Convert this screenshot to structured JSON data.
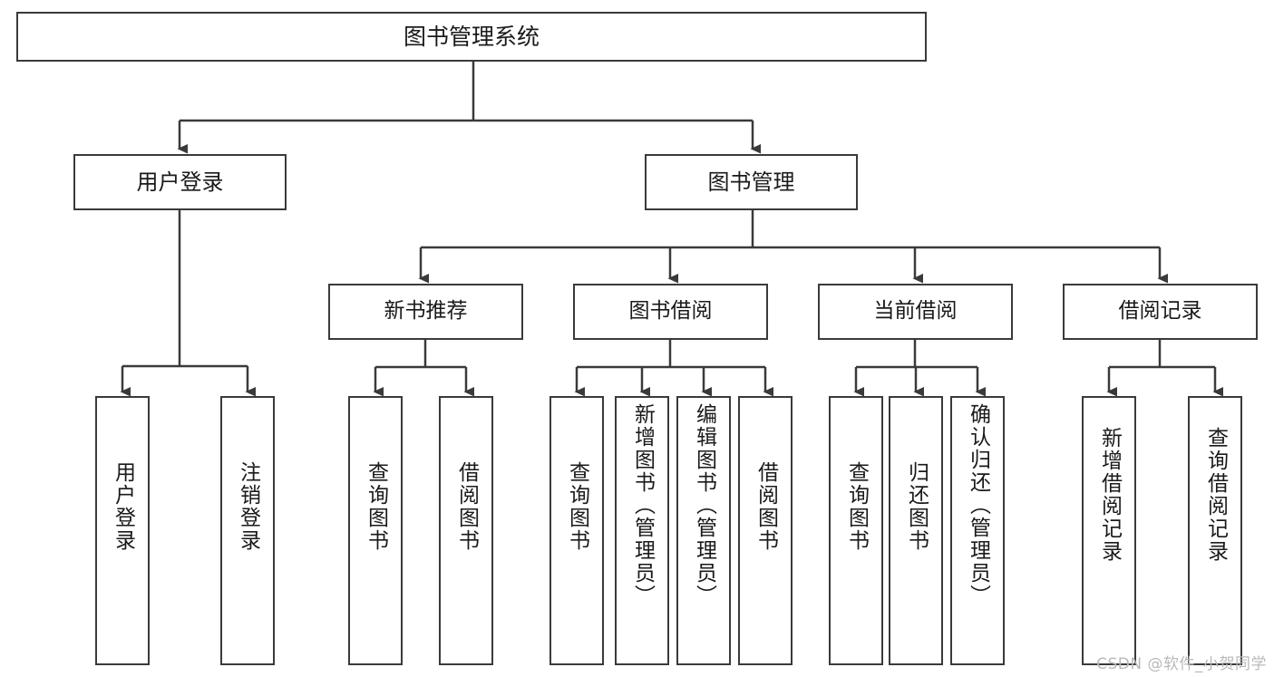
{
  "diagram": {
    "title": "图书管理系统",
    "type": "hierarchy-tree",
    "root": {
      "id": "root",
      "label": "图书管理系统"
    },
    "level2": [
      {
        "id": "user-login",
        "label": "用户登录"
      },
      {
        "id": "book-management",
        "label": "图书管理"
      }
    ],
    "level3": [
      {
        "id": "new-book-recommend",
        "label": "新书推荐",
        "parent": "book-management"
      },
      {
        "id": "book-borrow",
        "label": "图书借阅",
        "parent": "book-management"
      },
      {
        "id": "current-borrow",
        "label": "当前借阅",
        "parent": "book-management"
      },
      {
        "id": "borrow-record",
        "label": "借阅记录",
        "parent": "book-management"
      }
    ],
    "leaves": [
      {
        "id": "leaf-user-login",
        "label": "用户登录",
        "parent": "user-login"
      },
      {
        "id": "leaf-logout-login",
        "label": "注销登录",
        "parent": "user-login"
      },
      {
        "id": "leaf-query-book-1",
        "label": "查询图书",
        "parent": "new-book-recommend"
      },
      {
        "id": "leaf-borrow-book-1",
        "label": "借阅图书",
        "parent": "new-book-recommend"
      },
      {
        "id": "leaf-query-book-2",
        "label": "查询图书",
        "parent": "book-borrow"
      },
      {
        "id": "leaf-add-book",
        "label": "新增图书（管理员）",
        "parent": "book-borrow"
      },
      {
        "id": "leaf-edit-book",
        "label": "编辑图书（管理员）",
        "parent": "book-borrow"
      },
      {
        "id": "leaf-borrow-book-2",
        "label": "借阅图书",
        "parent": "book-borrow"
      },
      {
        "id": "leaf-query-book-3",
        "label": "查询图书",
        "parent": "current-borrow"
      },
      {
        "id": "leaf-return-book",
        "label": "归还图书",
        "parent": "current-borrow"
      },
      {
        "id": "leaf-confirm-return",
        "label": "确认归还（管理员）",
        "parent": "current-borrow"
      },
      {
        "id": "leaf-add-borrow-record",
        "label": "新增借阅记录",
        "parent": "borrow-record"
      },
      {
        "id": "leaf-query-borrow-record",
        "label": "查询借阅记录",
        "parent": "borrow-record"
      }
    ],
    "colors": {
      "stroke": "#3a3a3a",
      "background": "#ffffff",
      "text": "#1a1a1a",
      "watermark": "#b9b9b9"
    }
  },
  "watermark": {
    "text": "CSDN @软件_小贺同学"
  }
}
